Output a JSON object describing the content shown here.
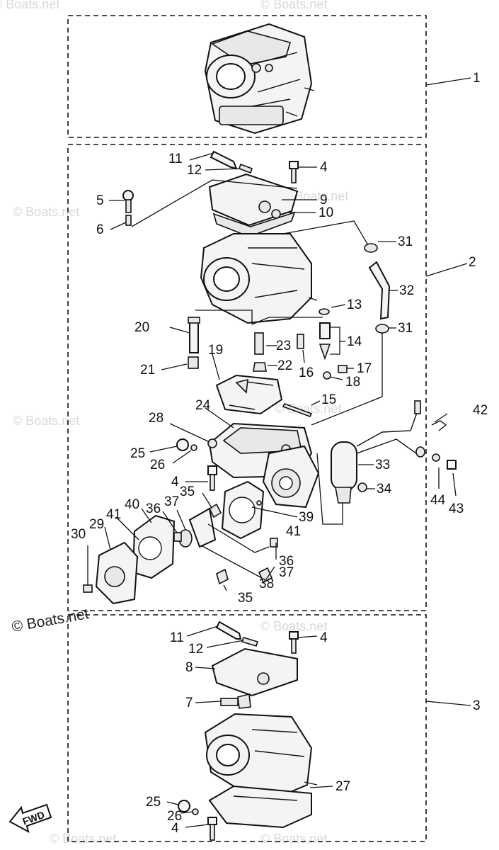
{
  "watermark": "© Boats.net",
  "fwd_label": "FWD",
  "labels": {
    "p1": "1",
    "p2": "2",
    "p3": "3",
    "p4a": "4",
    "p4b": "4",
    "p4c": "4",
    "p4d": "4",
    "p5": "5",
    "p6": "6",
    "p7": "7",
    "p8": "8",
    "p9": "9",
    "p10": "10",
    "p11a": "11",
    "p11b": "11",
    "p12a": "12",
    "p12b": "12",
    "p13": "13",
    "p14": "14",
    "p15": "15",
    "p16": "16",
    "p17": "17",
    "p18": "18",
    "p19": "19",
    "p20": "20",
    "p21": "21",
    "p22": "22",
    "p23": "23",
    "p24": "24",
    "p25a": "25",
    "p25b": "25",
    "p26a": "26",
    "p26b": "26",
    "p27": "27",
    "p28": "28",
    "p29": "29",
    "p30": "30",
    "p31a": "31",
    "p31b": "31",
    "p32": "32",
    "p33": "33",
    "p34": "34",
    "p35a": "35",
    "p35b": "35",
    "p36a": "36",
    "p36b": "36",
    "p37a": "37",
    "p37b": "37",
    "p38": "38",
    "p39": "39",
    "p40": "40",
    "p41a": "41",
    "p41b": "41",
    "p42": "42",
    "p43": "43",
    "p44": "44"
  }
}
